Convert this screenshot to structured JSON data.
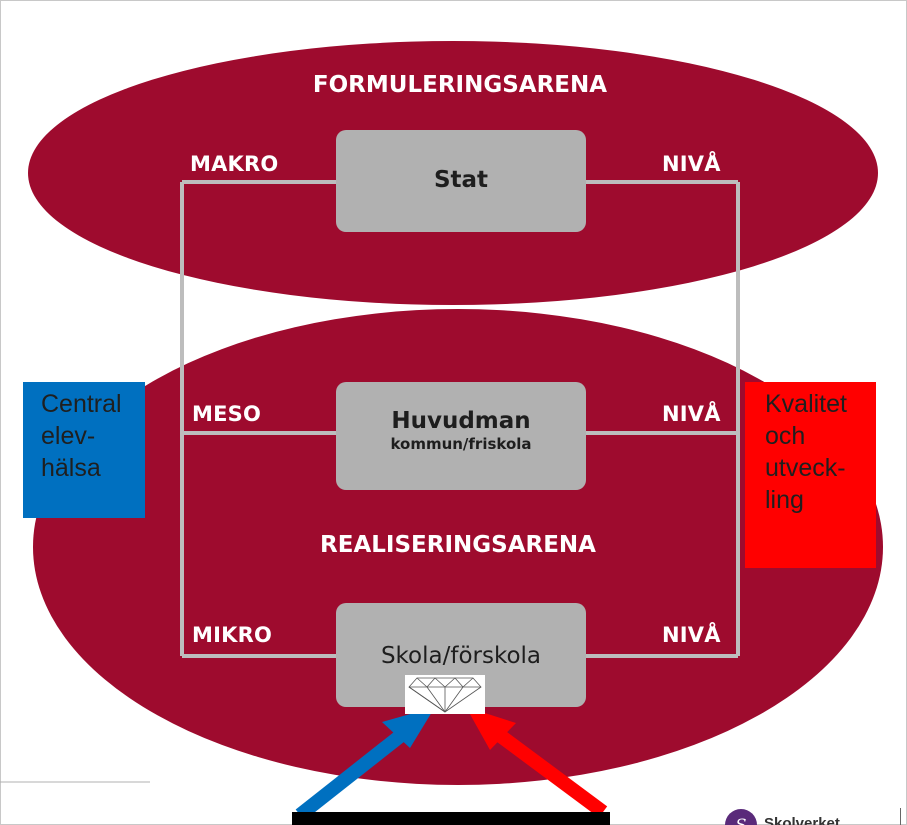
{
  "diagram": {
    "top_arena_title": "FORMULERINGSARENA",
    "bottom_arena_title": "REALISERINGSARENA",
    "levels": [
      {
        "left_label": "MAKRO",
        "right_label": "NIVÅ",
        "box_title": "Stat",
        "box_subtitle": ""
      },
      {
        "left_label": "MESO",
        "right_label": "NIVÅ",
        "box_title": "Huvudman",
        "box_subtitle": "kommun/friskola"
      },
      {
        "left_label": "MIKRO",
        "right_label": "NIVÅ",
        "box_title": "Skola/förskola",
        "box_subtitle": ""
      }
    ],
    "left_callout": {
      "text": "Central\nelev-\nhälsa",
      "color": "#0070c0"
    },
    "right_callout": {
      "text": "Kvalitet\noch\nutveck-\nling",
      "color": "#ff0000"
    },
    "colors": {
      "ellipse": "#9e0b2e",
      "frame_line": "#bdbdbd",
      "box": "#b1b1b1",
      "arrow_left": "#0070c0",
      "arrow_right": "#ff0000"
    },
    "icons": [
      "diamond-icon",
      "logo-icon"
    ],
    "footer_logo_text": "Skolverket"
  }
}
